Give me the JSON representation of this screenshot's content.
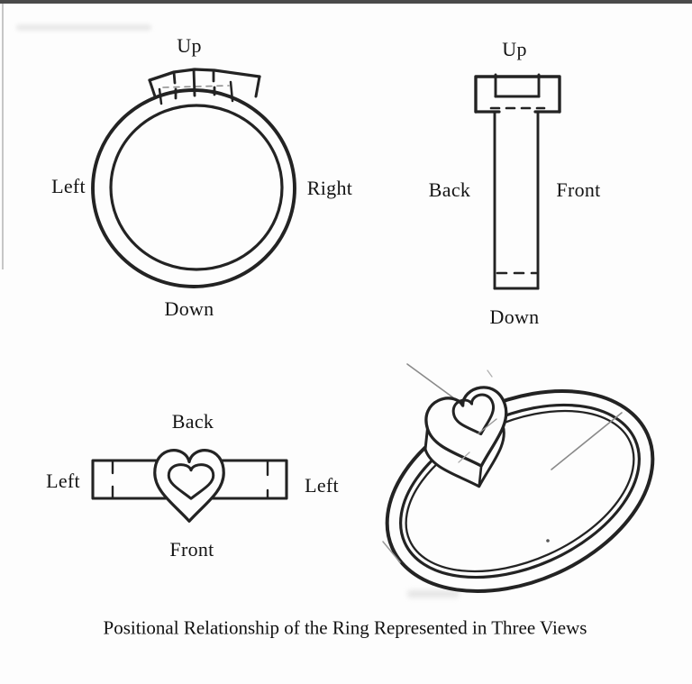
{
  "colors": {
    "paper": "#fdfdfd",
    "ink": "#232323",
    "label_text": "#141414",
    "scan_edge": "#4a4a4a",
    "scan_faint_line": "#c6c6c6"
  },
  "caption": {
    "text": "Positional Relationship of the Ring Represented in Three Views"
  },
  "views": {
    "front": {
      "up": "Up",
      "left": "Left",
      "right": "Right",
      "down": "Down"
    },
    "side": {
      "up": "Up",
      "back": "Back",
      "front": "Front",
      "down": "Down"
    },
    "top": {
      "back": "Back",
      "left_west": "Left",
      "left_east": "Left",
      "front": "Front"
    }
  }
}
